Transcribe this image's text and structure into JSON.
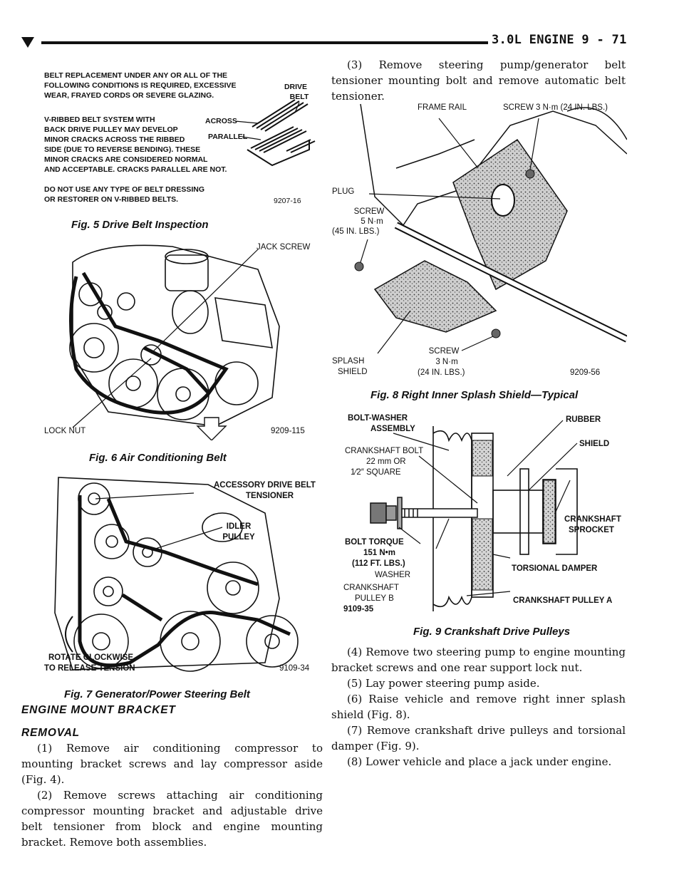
{
  "header": {
    "title": "3.0L ENGINE    9 - 71"
  },
  "fig5": {
    "caption": "Fig. 5 Drive Belt Inspection",
    "text_block": [
      "BELT REPLACEMENT UNDER ANY OR ALL OF THE",
      "FOLLOWING CONDITIONS IS REQUIRED, EXCESSIVE",
      "WEAR, FRAYED CORDS OR SEVERE GLAZING."
    ],
    "text_block2": [
      "V-RIBBED BELT SYSTEM WITH",
      "BACK DRIVE PULLEY MAY DEVELOP",
      "MINOR CRACKS ACROSS THE RIBBED",
      "SIDE (DUE TO REVERSE BENDING). THESE",
      "MINOR CRACKS ARE CONSIDERED NORMAL",
      "AND ACCEPTABLE. CRACKS PARALLEL ARE NOT."
    ],
    "text_block3": [
      "DO NOT USE ANY TYPE OF BELT DRESSING",
      "OR RESTORER ON V-RIBBED BELTS."
    ],
    "drive_belt": [
      "DRIVE",
      "BELT"
    ],
    "across": "ACROSS",
    "parallel": "PARALLEL",
    "code": "9207-16"
  },
  "fig6": {
    "caption": "Fig. 6 Air Conditioning Belt",
    "jack_screw": "JACK SCREW",
    "lock_nut": "LOCK NUT",
    "code": "9209-115"
  },
  "fig7": {
    "caption": "Fig. 7 Generator/Power Steering Belt",
    "tensioner": [
      "ACCESSORY DRIVE BELT",
      "TENSIONER"
    ],
    "idler": [
      "IDLER",
      "PULLEY"
    ],
    "rotate": [
      "ROTATE CLOCKWISE",
      "TO RELEASE TENSION"
    ],
    "code": "9109-34"
  },
  "fig8": {
    "caption": "Fig. 8 Right Inner Splash Shield—Typical",
    "frame_rail": "FRAME RAIL",
    "screw_top": "SCREW 3 N·m (24 IN. LBS.)",
    "plug": "PLUG",
    "screw_left": [
      "SCREW",
      "5 N·m",
      "(45 IN. LBS.)"
    ],
    "splash": [
      "SPLASH",
      "SHIELD"
    ],
    "screw_bottom": [
      "SCREW",
      "3 N·m",
      "(24 IN. LBS.)"
    ],
    "code": "9209-56"
  },
  "fig9": {
    "caption": "Fig. 9 Crankshaft Drive Pulleys",
    "bolt_washer": [
      "BOLT-WASHER",
      "ASSEMBLY"
    ],
    "crank_bolt": [
      "CRANKSHAFT BOLT",
      "22 mm OR",
      "1⁄2″ SQUARE"
    ],
    "bolt_torque": [
      "BOLT TORQUE",
      "151 N•m",
      "(112 FT. LBS.)"
    ],
    "washer": "WASHER",
    "pulley_b": [
      "CRANKSHAFT",
      "PULLEY B"
    ],
    "code": "9109-35",
    "rubber": "RUBBER",
    "shield": "SHIELD",
    "sprocket": [
      "CRANKSHAFT",
      "SPROCKET"
    ],
    "torsional": "TORSIONAL DAMPER",
    "pulley_a": "CRANKSHAFT PULLEY A"
  },
  "section": {
    "heading": "ENGINE MOUNT BRACKET",
    "subheading": "REMOVAL"
  },
  "left_steps": [
    "(1) Remove air conditioning compressor to mounting bracket screws and lay compressor aside (Fig. 4).",
    "(2) Remove screws attaching air conditioning compressor mounting bracket and adjustable drive belt tensioner from block and engine mounting bracket. Remove both assemblies."
  ],
  "right_step3": "(3) Remove steering pump/generator belt tensioner mounting bolt and remove automatic belt tensioner.",
  "right_steps": [
    "(4) Remove two steering pump to engine mounting bracket screws and one rear support lock nut.",
    "(5) Lay power steering pump aside.",
    "(6) Raise vehicle and remove right inner splash shield (Fig. 8).",
    "(7) Remove crankshaft drive pulleys and torsional damper (Fig. 9).",
    "(8) Lower vehicle and place a jack under engine."
  ]
}
